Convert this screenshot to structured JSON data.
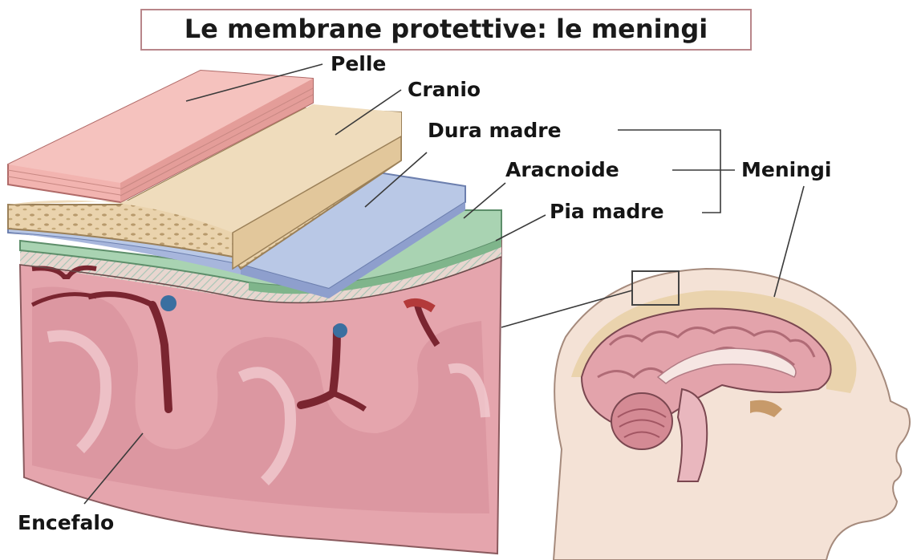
{
  "title": "Le membrane protettive: le meningi",
  "labels": {
    "pelle": "Pelle",
    "cranio": "Cranio",
    "dura_madre": "Dura madre",
    "aracnoide": "Aracnoide",
    "pia_madre": "Pia madre",
    "meningi": "Meningi",
    "encefalo": "Encefalo"
  },
  "colors": {
    "title_border": "#b8868a",
    "skin": "#f2b4b0",
    "skull": "#ead3ad",
    "dura": "#b9c8e6",
    "arachnoid": "#a9d3b2",
    "brain_tissue": "#e5a5ad",
    "vessel": "#7a2530",
    "vein": "#3a6fa0"
  }
}
